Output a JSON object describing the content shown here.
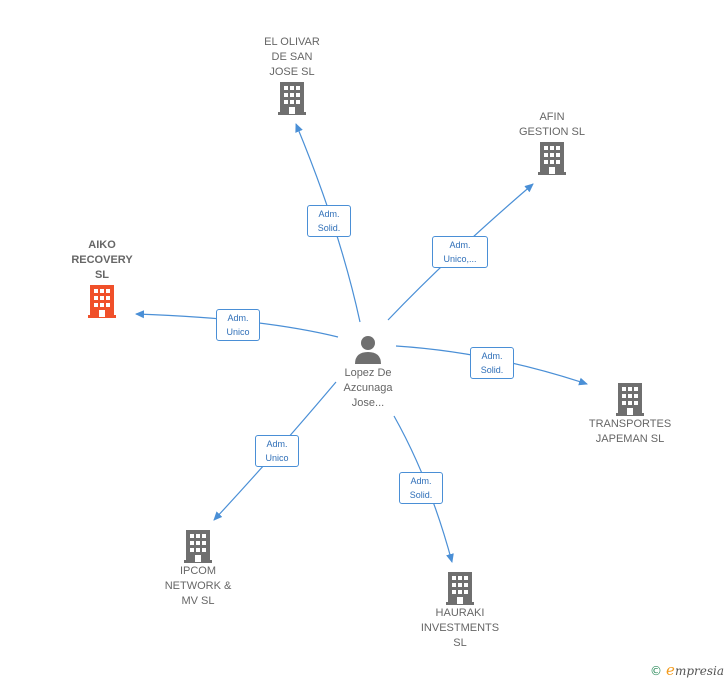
{
  "colors": {
    "edge": "#4a8fd6",
    "building": "#6f6f6f",
    "building_highlight": "#f0502a",
    "person": "#6f6f6f"
  },
  "center": {
    "label": "Lopez De\nAzcunaga\nJose...",
    "icon": "person-icon"
  },
  "nodes": [
    {
      "id": "el-olivar",
      "label": "EL OLIVAR\nDE SAN\nJOSE SL",
      "icon": "building-icon",
      "highlight": false
    },
    {
      "id": "afin",
      "label": "AFIN\nGESTION  SL",
      "icon": "building-icon",
      "highlight": false
    },
    {
      "id": "aiko",
      "label": "AIKO\nRECOVERY\nSL",
      "icon": "building-icon",
      "highlight": true
    },
    {
      "id": "transportes",
      "label": "TRANSPORTES\nJAPEMAN  SL",
      "icon": "building-icon",
      "highlight": false
    },
    {
      "id": "ipcom",
      "label": "IPCOM\nNETWORK &\nMV  SL",
      "icon": "building-icon",
      "highlight": false
    },
    {
      "id": "hauraki",
      "label": "HAURAKI\nINVESTMENTS\nSL",
      "icon": "building-icon",
      "highlight": false
    }
  ],
  "edges": [
    {
      "target": "el-olivar",
      "label": "Adm.\nSolid."
    },
    {
      "target": "afin",
      "label": "Adm.\nUnico,..."
    },
    {
      "target": "aiko",
      "label": "Adm.\nUnico"
    },
    {
      "target": "transportes",
      "label": "Adm.\nSolid."
    },
    {
      "target": "ipcom",
      "label": "Adm.\nUnico"
    },
    {
      "target": "hauraki",
      "label": "Adm.\nSolid."
    }
  ],
  "footer": {
    "copyright": "©",
    "brand_initial": "e",
    "brand_rest": "mpresia"
  }
}
